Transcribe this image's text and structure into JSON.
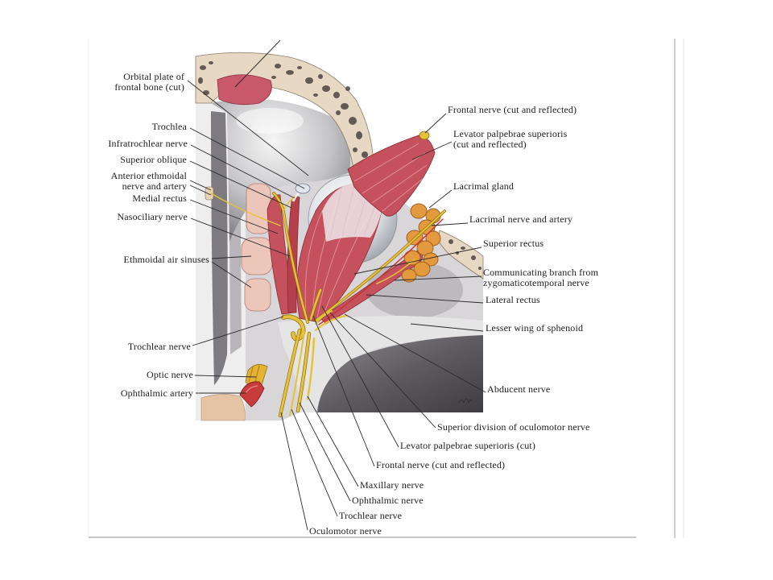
{
  "labels": {
    "left": {
      "orbital_plate": [
        "Orbital plate of",
        "frontal bone (cut)"
      ],
      "trochlea": "Trochlea",
      "infratrochlear_nerve": "Infratrochlear nerve",
      "superior_oblique": "Superior oblique",
      "anterior_ethmoidal": [
        "Anterior ethmoidal",
        "nerve and artery"
      ],
      "medial_rectus": "Medial rectus",
      "nasociliary_nerve": "Nasociliary nerve",
      "ethmoidal_air_sinuses": "Ethmoidal air sinuses",
      "trochlear_nerve": "Trochlear nerve",
      "optic_nerve": "Optic nerve",
      "ophthalmic_artery": "Ophthalmic artery"
    },
    "right": {
      "frontal_nerve": "Frontal nerve (cut and reflected)",
      "levator_reflected": [
        "Levator palpebrae superioris",
        "(cut and reflected)"
      ],
      "lacrimal_gland": "Lacrimal gland",
      "lacrimal_nerve_artery": "Lacrimal nerve and artery",
      "superior_rectus": "Superior rectus",
      "communicating_branch": [
        "Communicating branch from",
        "zygomaticotemporal nerve"
      ],
      "lateral_rectus": "Lateral rectus",
      "lesser_wing": "Lesser wing of sphenoid",
      "abducent_nerve": "Abducent nerve"
    },
    "bottom": {
      "superior_division_oculomotor": "Superior division of oculomotor nerve",
      "levator_cut": "Levator palpebrae superioris (cut)",
      "frontal_nerve": "Frontal nerve (cut and reflected)",
      "maxillary_nerve": "Maxillary nerve",
      "ophthalmic_nerve": "Ophthalmic nerve",
      "trochlear_nerve": "Trochlear nerve",
      "oculomotor_nerve": "Oculomotor nerve"
    }
  },
  "colors": {
    "orbit_gray": "#d8d6d8",
    "bone": "#e6d8c2",
    "muscle": "#c4515c",
    "nerve": "#e6c23a",
    "gland": "#e39a3e",
    "leader_line": "#2a2a2a"
  }
}
